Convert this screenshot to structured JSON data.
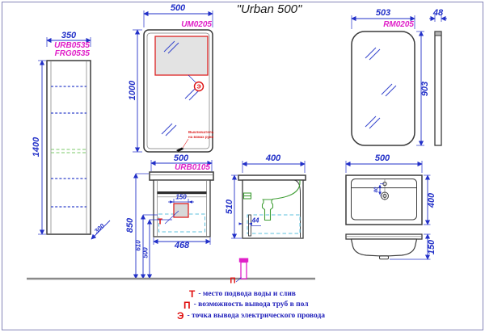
{
  "title": "\"Urban 500\"",
  "tall_cabinet": {
    "width_dim": "350",
    "height_dim": "1400",
    "depth_dim": "300",
    "code_line1": "URB0535",
    "code_line2": "FRG0535"
  },
  "mirror_um": {
    "code": "UM0205",
    "width_dim": "500",
    "height_dim": "1000",
    "electric_marker": "Э",
    "switch_note_line1": "Выключатель",
    "switch_note_line2": "на взмах руки"
  },
  "mirror_rm": {
    "code": "RM0205",
    "width_dim": "503",
    "height_dim": "903",
    "thickness_dim": "48"
  },
  "vanity_front": {
    "code": "URB0105",
    "width_dim": "500",
    "inner_width_dim": "468",
    "cutout_dim": "150",
    "height_total_dim": "850",
    "height_mid_dim": "610",
    "height_low_dim": "500",
    "water_marker": "Т"
  },
  "vanity_side": {
    "depth_dim": "400",
    "height_dim": "510",
    "offset_dim": "44"
  },
  "sink_top": {
    "width_dim": "500",
    "depth_dim": "400",
    "hole_offset_dim": "80"
  },
  "sink_front": {
    "height_dim": "150"
  },
  "floor_pipe_marker": "П",
  "legend": {
    "rows": [
      {
        "key": "Т",
        "text": "- место подвода воды и слив"
      },
      {
        "key": "П",
        "text": "- возможность вывода труб в пол"
      },
      {
        "key": "Э",
        "text": "- точка вывода электрического провода"
      }
    ]
  },
  "colors": {
    "dimension": "#2230c8",
    "code": "#e020c8",
    "alert": "#e01010",
    "outline": "#3a3a3a",
    "legend_text": "#2222bb"
  }
}
